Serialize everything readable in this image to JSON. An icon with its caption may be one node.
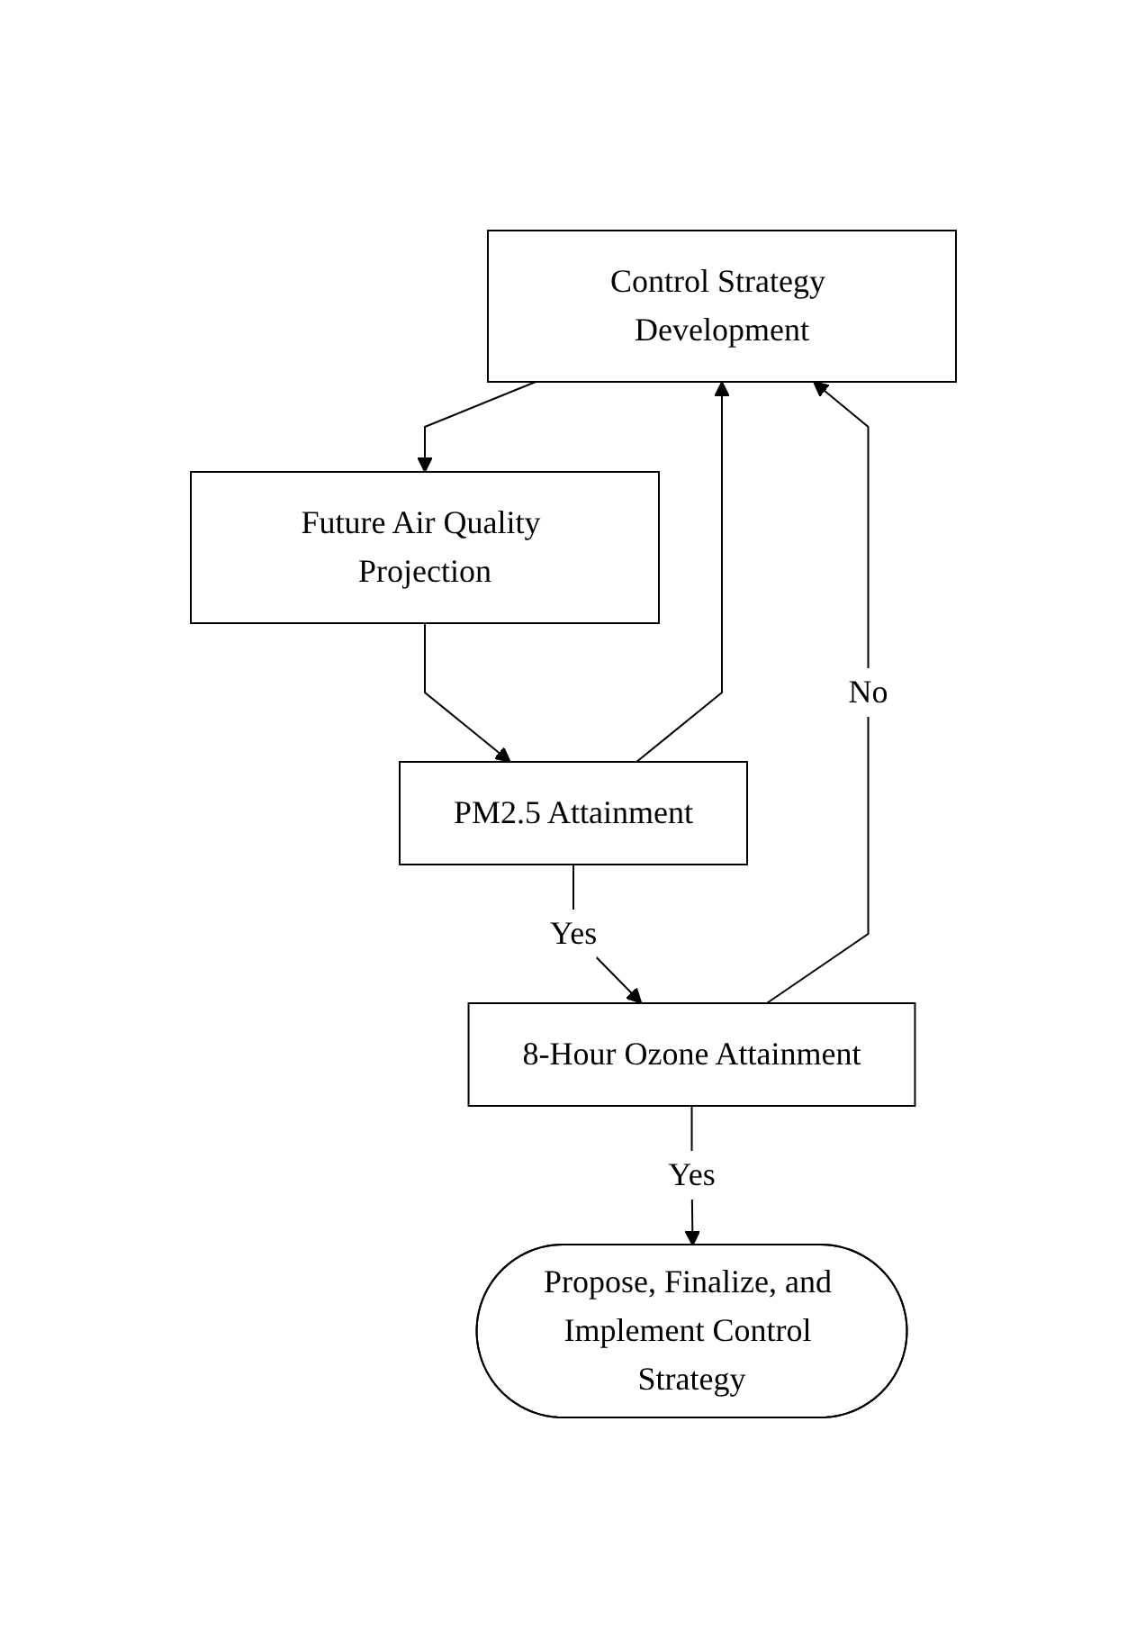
{
  "diagram": {
    "nodes": [
      {
        "text": [
          "Control Strategy Development"
        ]
      },
      {
        "text": [
          "Future Air Quality Projection"
        ]
      },
      {
        "text": [
          "PM2.5 Attainment"
        ]
      },
      {
        "text": [
          "8-Hour Ozone Attainment"
        ]
      },
      {
        "text": [
          "Propose, Finalize, and Implement Control Strategy"
        ]
      }
    ],
    "edges": [
      {
        "from": 0,
        "to": 1,
        "arrow": "to"
      },
      {
        "from": 1,
        "to": 2,
        "arrow": "to"
      },
      {
        "from": 2,
        "to": 3,
        "arrow": "to",
        "label": "Yes"
      },
      {
        "from": 3,
        "to": 4,
        "arrow": "to",
        "label": "Yes"
      },
      {
        "from": 2,
        "to": 0,
        "arrow": "to"
      },
      {
        "from": 3,
        "to": 0,
        "arrow": "to",
        "label": "No"
      }
    ]
  }
}
